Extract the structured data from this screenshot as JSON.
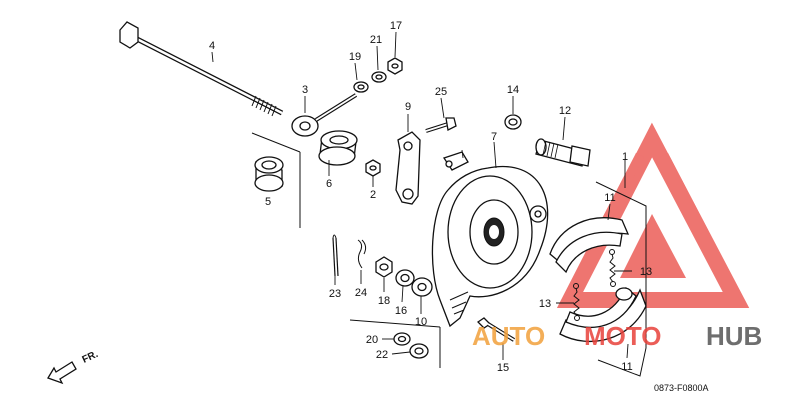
{
  "diagram": {
    "catalog_code": "0873-F0800A",
    "direction_label": "FR.",
    "callouts": [
      {
        "id": "p1",
        "text": "1"
      },
      {
        "id": "p2",
        "text": "2"
      },
      {
        "id": "p3",
        "text": "3"
      },
      {
        "id": "p4",
        "text": "4"
      },
      {
        "id": "p5",
        "text": "5"
      },
      {
        "id": "p6",
        "text": "6"
      },
      {
        "id": "p7",
        "text": "7"
      },
      {
        "id": "p9",
        "text": "9"
      },
      {
        "id": "p10",
        "text": "10"
      },
      {
        "id": "p11a",
        "text": "11"
      },
      {
        "id": "p11b",
        "text": "11"
      },
      {
        "id": "p12",
        "text": "12"
      },
      {
        "id": "p13a",
        "text": "13"
      },
      {
        "id": "p13b",
        "text": "13"
      },
      {
        "id": "p14",
        "text": "14"
      },
      {
        "id": "p15",
        "text": "15"
      },
      {
        "id": "p16",
        "text": "16"
      },
      {
        "id": "p17",
        "text": "17"
      },
      {
        "id": "p18",
        "text": "18"
      },
      {
        "id": "p19",
        "text": "19"
      },
      {
        "id": "p20",
        "text": "20"
      },
      {
        "id": "p21",
        "text": "21"
      },
      {
        "id": "p22",
        "text": "22"
      },
      {
        "id": "p23",
        "text": "23"
      },
      {
        "id": "p24",
        "text": "24"
      },
      {
        "id": "p25",
        "text": "25"
      }
    ]
  },
  "watermark": {
    "word_auto": "AUTO",
    "word_moto": "MOTO",
    "word_hub": "HUB",
    "color_red": "#e8413a",
    "color_orange": "#f2a13b",
    "color_gray": "#555555"
  }
}
